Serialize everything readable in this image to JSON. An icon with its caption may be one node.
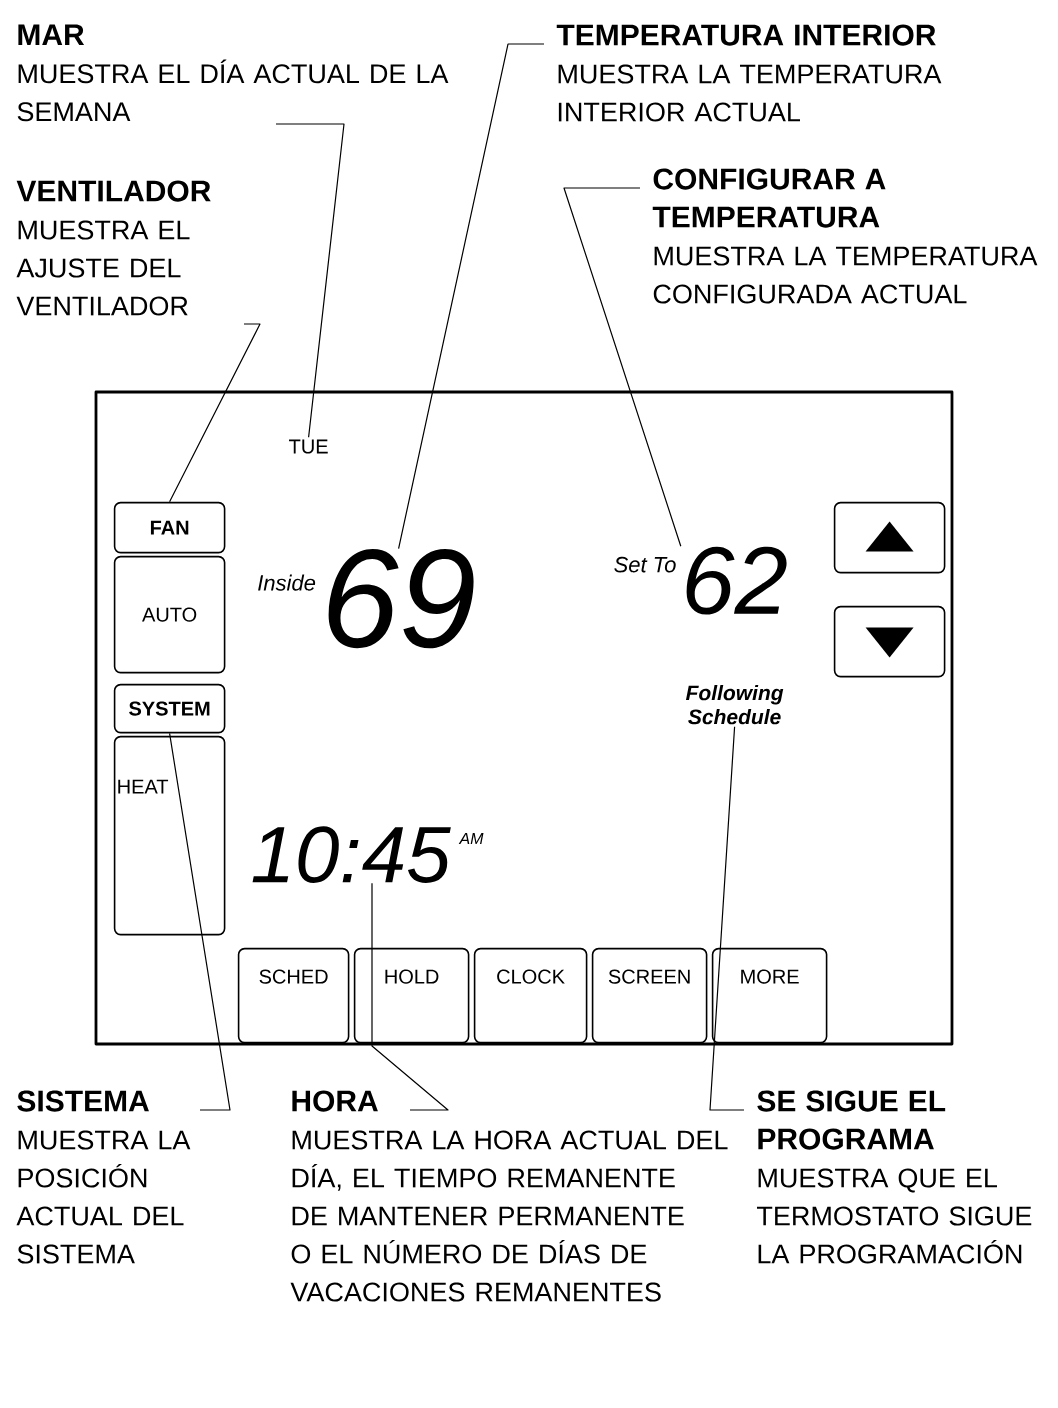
{
  "diagram": {
    "nodes": [
      {
        "text": [
          "MAR",
          "MUESTRA EL DÍA ACTUAL DE LA SEMANA"
        ]
      },
      {
        "text": [
          "TEMPERATURA INTERIOR",
          "MUESTRA LA TEMPERATURA INTERIOR ACTUAL"
        ]
      },
      {
        "text": [
          "VENTILADOR",
          "MUESTRA EL AJUSTE DEL VENTILADOR"
        ]
      },
      {
        "text": [
          "CONFIGURAR A TEMPERATURA",
          "MUESTRA LA TEMPERATURA CONFIGURADA ACTUAL"
        ]
      },
      {
        "text": [],
        "shape": "box"
      },
      {
        "text": [
          "TUE"
        ],
        "in": 4
      },
      {
        "text": [
          "FAN"
        ],
        "in": 4
      },
      {
        "text": [
          "AUTO"
        ],
        "in": 4
      },
      {
        "text": [
          "69"
        ],
        "beside": [
          "Inside"
        ],
        "in": 4
      },
      {
        "text": [
          "62"
        ],
        "beside": [
          "Set To"
        ],
        "in": 4
      },
      {
        "text": [],
        "shape": "box",
        "in": 4
      },
      {
        "text": [],
        "shape": "box",
        "in": 4
      },
      {
        "text": [
          "SYSTEM"
        ],
        "in": 4
      },
      {
        "text": [
          "Following Schedule"
        ],
        "in": 4
      },
      {
        "text": [
          "HEAT"
        ],
        "in": 4
      },
      {
        "text": [
          "10:45"
        ],
        "beside": [
          "AM"
        ],
        "in": 4
      },
      {
        "text": [
          "SCHED"
        ],
        "in": 4
      },
      {
        "text": [
          "HOLD"
        ],
        "in": 4
      },
      {
        "text": [
          "CLOCK"
        ],
        "in": 4
      },
      {
        "text": [
          "SCREEN"
        ],
        "in": 4
      },
      {
        "text": [
          "MORE"
        ],
        "in": 4
      },
      {
        "text": [
          "SISTEMA",
          "MUESTRA LA POSICIÓN ACTUAL DEL SISTEMA"
        ]
      },
      {
        "text": [
          "HORA",
          "MUESTRA LA HORA ACTUAL DEL DÍA, EL TIEMPO REMANENTE DE MANTENER PERMANENTE O EL NÚMERO DE DÍAS DE VACACIONES REMANENTES"
        ]
      },
      {
        "text": [
          "SE SIGUE EL PROGRAMA",
          "MUESTRA QUE EL TERMOSTATO SIGUE LA PROGRAMACIÓN"
        ]
      }
    ],
    "edges": [
      {
        "from": 0,
        "to": 5,
        "arrow": "none"
      },
      {
        "from": 1,
        "to": 8,
        "arrow": "none"
      },
      {
        "from": 2,
        "to": 6,
        "arrow": "none"
      },
      {
        "from": 3,
        "to": 9,
        "arrow": "none"
      },
      {
        "from": 21,
        "to": 12,
        "arrow": "none"
      },
      {
        "from": 22,
        "to": 15,
        "arrow": "none"
      },
      {
        "from": 23,
        "to": 13,
        "arrow": "none"
      }
    ]
  }
}
